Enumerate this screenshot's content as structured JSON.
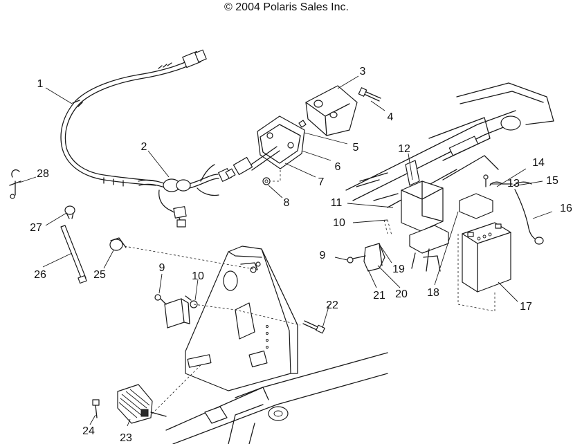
{
  "header": {
    "copyright": "© 2004 Polaris Sales Inc."
  },
  "callouts": {
    "c1": "1",
    "c2": "2",
    "c3": "3",
    "c4": "4",
    "c5": "5",
    "c6": "6",
    "c7": "7",
    "c8": "8",
    "c9a": "9",
    "c9b": "9",
    "c10a": "10",
    "c10b": "10",
    "c11": "11",
    "c12": "12",
    "c13": "13",
    "c14": "14",
    "c15": "15",
    "c16": "16",
    "c17": "17",
    "c18": "18",
    "c19": "19",
    "c20": "20",
    "c21": "21",
    "c22": "22",
    "c23": "23",
    "c24": "24",
    "c25": "25",
    "c26": "26",
    "c27": "27",
    "c28": "28"
  }
}
